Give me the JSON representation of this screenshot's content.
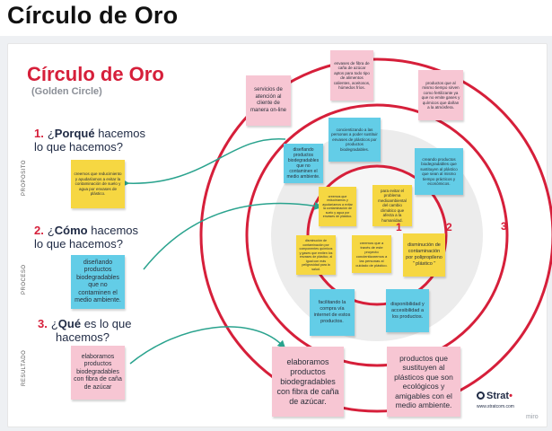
{
  "page_title": "Círculo de Oro",
  "golden_circle": {
    "title": "Círculo de Oro",
    "subtitle": "(Golden Circle)"
  },
  "questions": {
    "q1": {
      "num": "1.",
      "pre": "¿",
      "bold": "Porqué",
      "post": " hacemos",
      "line2": "lo que hacemos?"
    },
    "q2": {
      "num": "2.",
      "pre": "¿",
      "bold": "Cómo",
      "post": " hacemos",
      "line2": "lo que hacemos?"
    },
    "q3": {
      "num": "3.",
      "pre": "¿",
      "bold": "Qué",
      "post": " es lo que",
      "line2": "hacemos?"
    }
  },
  "side_labels": {
    "proposito": "PROPOSITO",
    "proceso": "PROCESO",
    "resultado": "RESULTADO"
  },
  "left_notes": {
    "why": "creemos que reducimiento y ayudaríamos a evitar la contaminación de suelo y agua por envases de plástico.",
    "how": "diseñando productos biodegradables que no contaminen el medio ambiente.",
    "what": "elaboramos productos biodegradables con fibra de caña de azúcar"
  },
  "ring_numbers": {
    "r1": "1",
    "r2": "2",
    "r3": "3"
  },
  "circle_notes": {
    "servicios": "servicios de atención al cliente de manera on-line",
    "envases": "envases de fibra de caña de azúcar aptos para todo tipo de alimentos calientes, aceitosos, húmedos fríos.",
    "productos_fertilizante": "productos que al mismo tiempo sirven como fertilizante ya que no emite gases y químicos que dañan a la atmósfera.",
    "concientizando": "concientizando a las personas a poder sustituir envases de plásticos por productos biodegradables.",
    "diseñando_inner": "diseñando productos biodegradables que no contaminen el medio ambiente.",
    "creando": "creando productos biodegradables que sustituyen al plástico que sean al mismo tiempo prácticos y económicos.",
    "creemos_inner": "creemos que reduciríamos y ayudaríamos a evitar la contaminación de suelo y agua por envases de plástico.",
    "evitar": "para evitar el problema medioambiental del cambio climático que afecta a la humanidad.",
    "disminucion": "disminución de contaminación por componentes químicos y gases que emiten los envases de plástico, al igual con más peligrosidad para la salud.",
    "creemos_trazo": "creemos que a través de este proyecto concientizaremos a las personas al cuidado de plástico.",
    "disminucion_poli": "disminución de contaminación por polipropileno \" plástico \"",
    "facilitando": "facilitando la compra vía internet de estos productos.",
    "disponibilidad": "disponibilidad y accesibilidad a los productos.",
    "elaboramos_big": "elaboramos productos biodegradables con fibra de caña de azúcar.",
    "productos_sustituyen": "productos que sustituyen al plásticos que son ecológicos y amigables con el medio ambiente."
  },
  "logo": {
    "name": "Strat",
    "url": "www.stratcom.com"
  },
  "miro": "miro",
  "colors": {
    "red": "#d61f3a",
    "pink": "#f7c6d3",
    "yellow": "#f6d742",
    "blue": "#63cde7",
    "teal_arrow": "#2aa38e"
  }
}
